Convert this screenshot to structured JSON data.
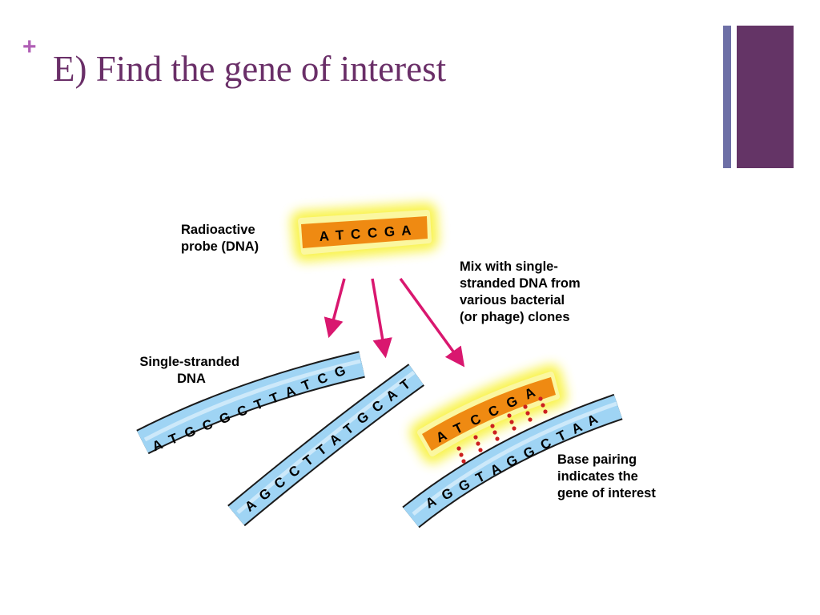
{
  "slide": {
    "bullet": "+",
    "title": "E) Find the gene of interest"
  },
  "labels": {
    "probe": [
      "Radioactive",
      "probe (DNA)"
    ],
    "mix": [
      "Mix with single-",
      "stranded DNA from",
      "various bacterial",
      "(or phage) clones"
    ],
    "single_strand": [
      "Single-stranded",
      "DNA"
    ],
    "base_pairing": [
      "Base pairing",
      "indicates the",
      "gene of interest"
    ]
  },
  "sequences": {
    "probe": "A T C C G A",
    "strand1": "A T G C G C T T A T C G",
    "strand2": "A G C C T T A T G C A T",
    "strand3": "A G G T A G G C T A A",
    "bound_probe": "A T C C G A"
  },
  "colors": {
    "title": "#6a2f68",
    "plus": "#b05fb5",
    "bar_thin": "#6d6fa6",
    "bar_thick": "#643466",
    "strand_fill": "#9fd4f4",
    "probe_fill": "#ef8a12",
    "glow": "#f8f23a",
    "arrow": "#d9176f",
    "pairing_dots": "#cc1f1f"
  }
}
